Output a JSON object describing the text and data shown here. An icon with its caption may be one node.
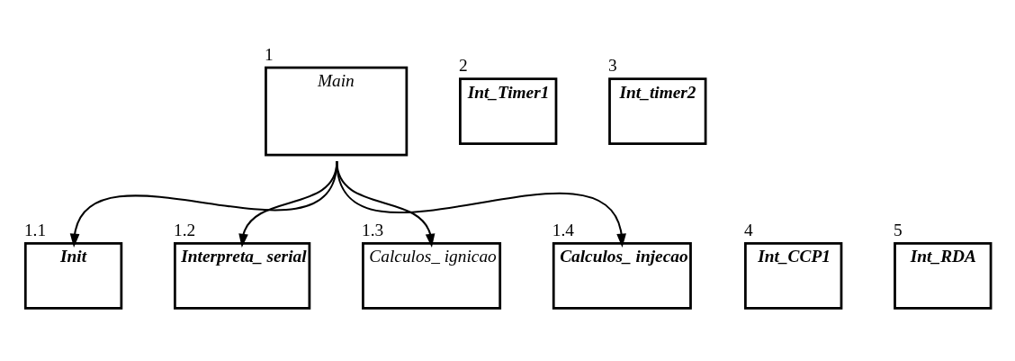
{
  "diagram": {
    "nodes": [
      {
        "text": [
          "Main"
        ],
        "beside": [
          "1"
        ]
      },
      {
        "text": [
          "Init"
        ],
        "beside": [
          "1.1"
        ]
      },
      {
        "text": [
          "Interpreta_ serial"
        ],
        "beside": [
          "1.2"
        ]
      },
      {
        "text": [
          "Calculos_ ignicao"
        ],
        "beside": [
          "1.3"
        ]
      },
      {
        "text": [
          "Calculos_ injecao"
        ],
        "beside": [
          "1.4"
        ]
      },
      {
        "text": [
          "Int_Timer1"
        ],
        "beside": [
          "2"
        ]
      },
      {
        "text": [
          "Int_timer2"
        ],
        "beside": [
          "3"
        ]
      },
      {
        "text": [
          "Int_CCP1"
        ],
        "beside": [
          "4"
        ]
      },
      {
        "text": [
          "Int_RDA"
        ],
        "beside": [
          "5"
        ]
      }
    ],
    "edges": [
      {
        "from": 0,
        "to": 1,
        "arrow": "to"
      },
      {
        "from": 0,
        "to": 2,
        "arrow": "to"
      },
      {
        "from": 0,
        "to": 3,
        "arrow": "to"
      },
      {
        "from": 0,
        "to": 4,
        "arrow": "to"
      }
    ]
  }
}
